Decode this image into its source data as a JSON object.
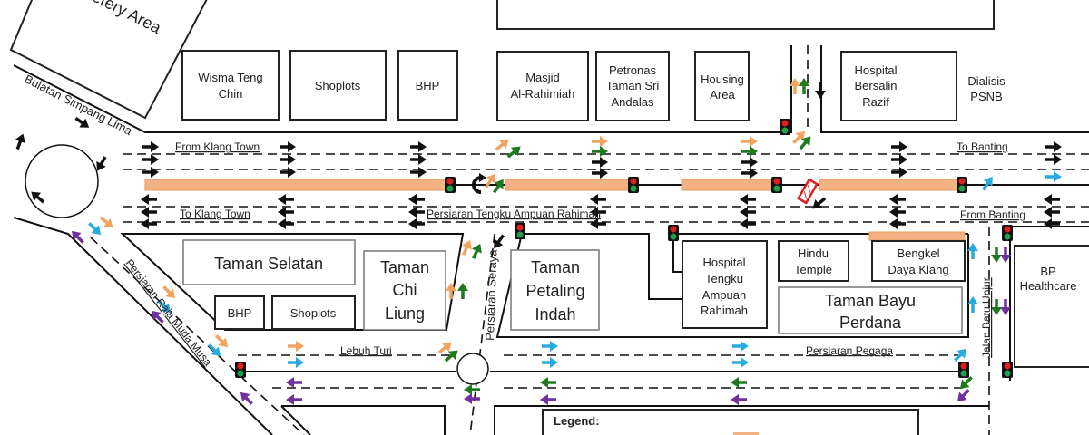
{
  "map": {
    "areas": {
      "cemetery": "Cemetery Area",
      "wisma": [
        "Wisma Teng",
        "Chin"
      ],
      "shoplots_top": "Shoplots",
      "bhp_top": "BHP",
      "masjid": [
        "Masjid",
        "Al-Rahimiah"
      ],
      "petronas": [
        "Petronas",
        "Taman Sri",
        "Andalas"
      ],
      "housing": [
        "Housing",
        "Area"
      ],
      "hospital_bersalin": [
        "Hospital",
        "Bersalin",
        "Razif"
      ],
      "dialisis": [
        "Dialisis",
        "PSNB"
      ],
      "taman_selatan": "Taman Selatan",
      "bhp_bottom": "BHP",
      "shoplots_bottom": "Shoplots",
      "chi_liung": [
        "Taman",
        "Chi",
        "Liung"
      ],
      "petaling": [
        "Taman",
        "Petaling",
        "Indah"
      ],
      "hospital_tengku": [
        "Hospital",
        "Tengku",
        "Ampuan",
        "Rahimah"
      ],
      "hindu": [
        "Hindu",
        "Temple"
      ],
      "bengkel": [
        "Bengkel",
        "Daya Klang"
      ],
      "bayu": [
        "Taman Bayu",
        "Perdana"
      ],
      "bp": [
        "BP",
        "Healthcare"
      ]
    },
    "roads": {
      "bulatan": "Bulatan Simpang Lima",
      "from_klang": "From Klang Town",
      "to_klang": "To Klang Town",
      "tengku": "Persiaran Tengku Ampuan Rahimah",
      "to_banting": "To Banting",
      "from_banting": "From Banting",
      "seraya": "Persiaran Seraya",
      "raja_muda": "Persiaran Raja Muda Musa",
      "lebuh_turi": "Lebuh Turi",
      "pegaga": "Persiaran Pegaga",
      "batu_unjur": "Jalan Batu Unjur"
    },
    "legend_title": "Legend:",
    "colors": {
      "black_flow": "#111111",
      "orange_flow": "#f2a35e",
      "green_flow": "#1f7a1f",
      "blue_flow": "#29abe2",
      "purple_flow": "#7030a0",
      "median_highlight": "#f4b183",
      "crossing": "#e02020"
    },
    "icons": [
      "traffic-light-icon",
      "direction-arrow-icon",
      "u-turn-icon",
      "pedestrian-crossing-icon",
      "roundabout"
    ]
  }
}
